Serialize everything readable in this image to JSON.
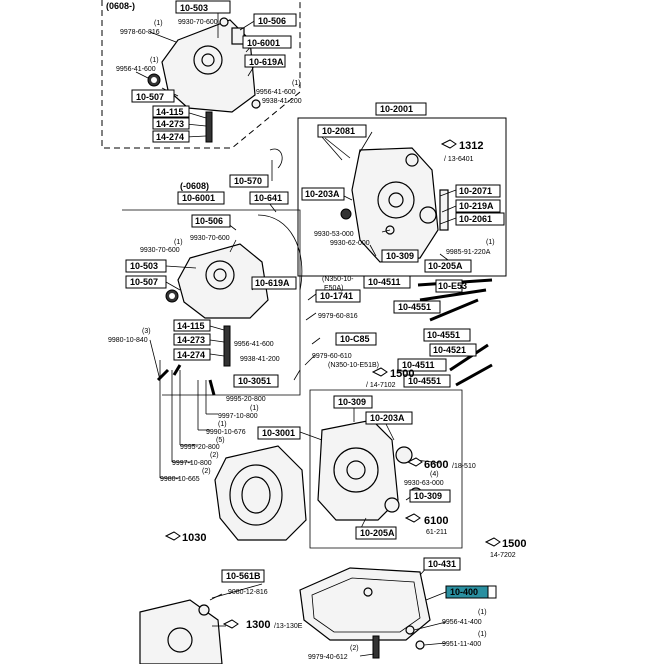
{
  "labels": {
    "l0608a": "(0608-)",
    "p10503a": "10-503",
    "s9930_70_600a": "9930-70-600",
    "s1a": "(1)",
    "s9978_60_816": "9978-60-816",
    "p10506a": "10-506",
    "p10_6001a": "10-6001",
    "p10619Aa": "10-619A",
    "s1b": "(1)",
    "s9956_41_600a": "9956-41-600",
    "s9956_41_600b": "9956-41-600",
    "s9938_41_200a": "9938-41-200",
    "s1c": "(1)",
    "p10507a": "10-507",
    "p14115a": "14-115",
    "p14273a": "14-273",
    "p14274a": "14-274",
    "p10_2001": "10-2001",
    "p10_2081": "10-2081",
    "r1312": "1312",
    "r13_6401": "/ 13-6401",
    "p10570": "10-570",
    "l0608b": "(-0608)",
    "p10_6001b": "10-6001",
    "p10641": "10-641",
    "p10203Aa": "10-203A",
    "p10_2071": "10-2071",
    "p10219A": "10-219A",
    "p10_2061": "10-2061",
    "s9930_53_000a": "9930-53-000",
    "s9930_62_000": "9930-62-000",
    "p10309a": "10-309",
    "s9985_91_220A": "9985-91-220A",
    "s1d": "(1)",
    "p10205Aa": "10-205A",
    "p10506b": "10-506",
    "s9930_70_600b": "9930-70-600",
    "s1e": "(1)",
    "p10503b": "10-503",
    "p10507b": "10-507",
    "p10619Ab": "10-619A",
    "n350a": "(N350-10-",
    "e50A": "E50A)",
    "p10_4511a": "10-4511",
    "p10E53": "10-E53",
    "p10_1741": "10-1741",
    "s9979_60_816": "9979-60-816",
    "p10_4551a": "10-4551",
    "p14115b": "14-115",
    "p10C85": "10-C85",
    "p14273b": "14-273",
    "s9956_41_600c": "9956-41-600",
    "s9938_41_200b": "9938-41-200",
    "p14274b": "14-274",
    "p10_4551b": "10-4551",
    "s3": "(3)",
    "s9980_10_840": "9980-10-840",
    "p10_4521": "10-4521",
    "s9979_60_610": "9979-60-610",
    "n350b": "(N350-10-E51B)",
    "p10_4511b": "10-4511",
    "r1500a": "1500",
    "r14_7102": "/ 14-7102",
    "p10_3051": "10-3051",
    "p10_4551c": "10-4551",
    "s9995_20_800a": "9995-20-800",
    "s1f": "(1)",
    "s9997_10_800a": "9997-10-800",
    "p10309b": "10-309",
    "p10203Ab": "10-203A",
    "p10_3001": "10-3001",
    "s9990_10_676": "9990-10-676",
    "s9995_20_800b": "9995-20-800",
    "s9997_10_800b": "9997-10-800",
    "s9980_10_665": "9980-10-665",
    "r6600": "6600",
    "r18_510": "/18-510",
    "s9930_63_000": "9930-63-000",
    "p10309c": "10-309",
    "r6100": "6100",
    "r61_211": "61-211",
    "p10205Ab": "10-205A",
    "r1030": "1030",
    "r1500b": "1500",
    "r14_7202": "14-7202",
    "p10431": "10-431",
    "p10561B": "10-561B",
    "s9080_12_816": "9080-12-816",
    "p10400": "10-400",
    "s9956_41_400": "9956-41-400",
    "s9951_11_400": "9951-11-400",
    "r1300": "1300",
    "r13_130E": "/13-130E",
    "s9979_40_612": "9979-40-612",
    "s2": "(2)",
    "s4": "(4)",
    "s5": "(5)"
  }
}
